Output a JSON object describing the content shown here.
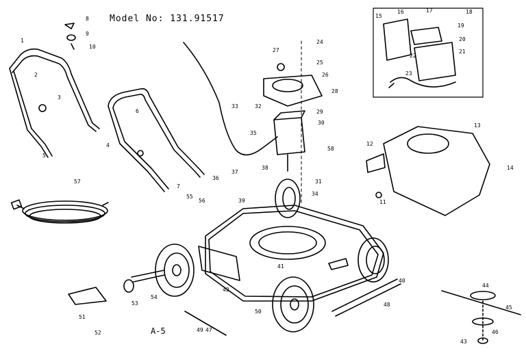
{
  "title": "Model No: 131.91517",
  "figure_label": "A-5",
  "callouts": [
    "1",
    "2",
    "3",
    "4",
    "5",
    "6",
    "7",
    "8",
    "9",
    "10",
    "11",
    "12",
    "13",
    "14",
    "15",
    "16",
    "17",
    "18",
    "19",
    "20",
    "21",
    "22",
    "23",
    "24",
    "25",
    "26",
    "27",
    "28",
    "29",
    "30",
    "31",
    "32",
    "33",
    "34",
    "35",
    "36",
    "37",
    "38",
    "39",
    "40",
    "41",
    "42",
    "43",
    "44",
    "45",
    "46",
    "47",
    "48",
    "49",
    "50",
    "51",
    "52",
    "53",
    "54",
    "55",
    "56",
    "57",
    "58"
  ]
}
